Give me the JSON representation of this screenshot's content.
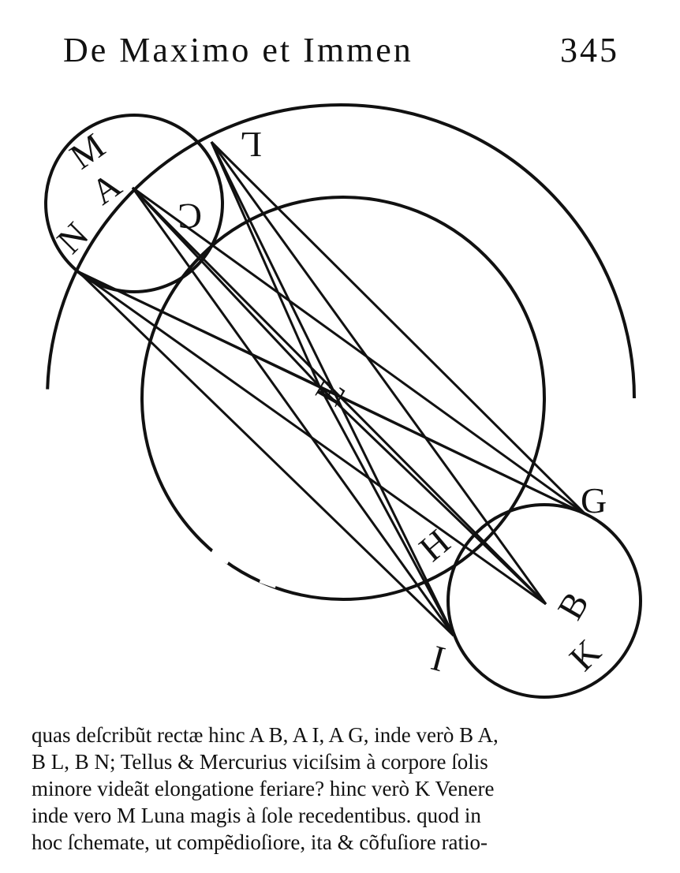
{
  "header": {
    "title": "De Maximo et Immen",
    "page_number": "345"
  },
  "figure": {
    "labels": {
      "M": "M",
      "A": "A",
      "L": "L",
      "C": "C",
      "N": "N",
      "E": "E",
      "H": "H",
      "G": "G",
      "B": "B",
      "K": "K",
      "I": "I"
    }
  },
  "text": {
    "lines": [
      "quas deſcribũt rectæ hinc A B, A I, A G, inde verò B A,",
      "B L, B N; Tellus & Mercurius viciſsim à corpore ſolis",
      "minore videãt elongatione feriare? hinc verò K Venere",
      "inde vero M Luna magis à ſole recedentibus. quod in",
      "hoc ſchemate, ut compẽdioſiore, ita & cõfuſiore ratio-"
    ]
  }
}
